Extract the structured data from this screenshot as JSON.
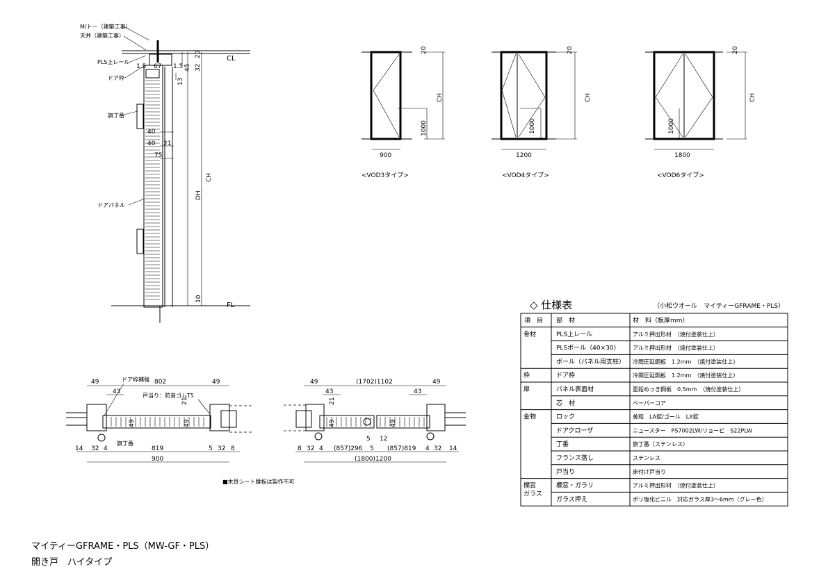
{
  "section": {
    "labels": {
      "mullion": "M/ト－（建築工事）",
      "ceiling": "天井（建築工事）",
      "rail": "PLS上レール",
      "frame": "ドア枠",
      "hinge": "旗丁番",
      "panel": "ドアパネル",
      "cl": "CL",
      "fl": "FL"
    },
    "dims": {
      "d1_5a": "1.5",
      "d67": "67",
      "d1_5b": "1.5",
      "d20": "20",
      "d32": "32",
      "d45": "45",
      "d13": "13",
      "d40a": "40",
      "d40b": "40",
      "d21": "21",
      "d75": "75",
      "ch": "CH",
      "dh": "DH",
      "d10": "10"
    }
  },
  "elevations": [
    {
      "caption": "<VOD3タイプ>",
      "width": "900",
      "handle": "1000",
      "top": "20",
      "height": "CH"
    },
    {
      "caption": "<VOD4タイプ>",
      "width": "1200",
      "handle": "1000",
      "top": "20",
      "height": "CH"
    },
    {
      "caption": "<VOD6タイプ>",
      "width": "1800",
      "handle": "1000",
      "top": "20",
      "height": "CH"
    }
  ],
  "plan_single": {
    "labels": {
      "reinforce": "ドア枠補強",
      "stopper": "戸当り：防音ゴムT5",
      "hinge": "旗丁番"
    },
    "dims": {
      "d49a": "49",
      "d802": "802",
      "d49b": "49",
      "d43": "43",
      "d21": "21",
      "d49c": "49",
      "d49d": "49",
      "d14": "14",
      "d32a": "32",
      "d4": "4",
      "d819": "819",
      "d5": "5",
      "d32b": "32",
      "d8": "8",
      "d900": "900"
    }
  },
  "plan_double": {
    "dims": {
      "d49a": "49",
      "d1102": "(1702)1102",
      "d49b": "49",
      "d43a": "43",
      "d43b": "43",
      "d21": "21",
      "d49c": "49",
      "d49d": "49",
      "d5a": "5",
      "d12": "12",
      "d8": "8",
      "d32a": "32",
      "d4a": "4",
      "d296": "(857)296",
      "d5b": "5",
      "d819": "(857)819",
      "d4b": "4",
      "d32b": "32",
      "d14": "14",
      "d1200": "(1800)1200"
    }
  },
  "note": "■木目シート腰板は製作不可",
  "spec": {
    "title": "◇ 仕様表",
    "subtitle": "（小松ウオール　マイティーGFRAME・PLS）",
    "headers": [
      "項　目",
      "部　材",
      "材　料（板厚mm）"
    ],
    "groups": [
      "骨材",
      "枠",
      "扉",
      "金物",
      "欄窓",
      "ガラス"
    ],
    "rows": [
      [
        "PLS上レール",
        "アルミ押出形材　（焼付塗装仕上）"
      ],
      [
        "PLSポール（40×30）",
        "アルミ押出形材　（焼付塗装仕上）"
      ],
      [
        "ポール（パネル用支柱）",
        "冷間圧延鋼板　1.2mm　（焼付塗装仕上）"
      ],
      [
        "ドア枠",
        "冷間圧延鋼板　1.2mm　（焼付塗装仕上）"
      ],
      [
        "パネル表面材",
        "亜鉛めっき鋼板　0.5mm　（焼付塗装仕上）"
      ],
      [
        "芯　材",
        "ペーパーコア"
      ],
      [
        "ロック",
        "美和　LA錠/ゴール　LX錠"
      ],
      [
        "ドアクローザ",
        "ニュースター　PS7002LW/リョービ　S22PLW"
      ],
      [
        "丁番",
        "旗丁番（ステンレス）"
      ],
      [
        "フランス落し",
        "ステンレス"
      ],
      [
        "戸当り",
        "床付け戸当り"
      ],
      [
        "欄窓・ガラリ",
        "アルミ押出形材　（焼付塗装仕上）"
      ],
      [
        "ガラス押え",
        "ポリ塩化ビニル　対応ガラス厚3～6mm（グレー色）"
      ]
    ]
  },
  "title": {
    "line1": "マイティーGFRAME・PLS（MW-GF・PLS）",
    "line2": "開き戸　ハイタイプ"
  }
}
